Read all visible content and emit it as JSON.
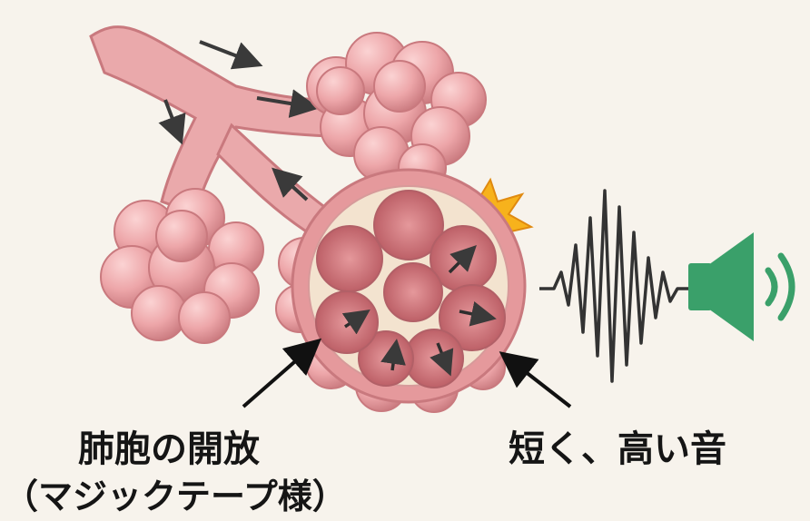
{
  "labels": {
    "alveoli_line1": "肺胞の開放",
    "alveoli_line2": "（マジックテープ様）",
    "sound": "短く、高い音"
  },
  "icons": {
    "burst": "burst-icon",
    "waveform": "sound-wave-icon",
    "speaker": "speaker-icon"
  },
  "colors": {
    "background": "#f7f3ec",
    "tissue": "#e9a3a6",
    "tissue_dark": "#c9797e",
    "interior": "#f3e3cf",
    "burst": "#f7b21c",
    "wave": "#333333",
    "speaker": "#3aa06a",
    "text": "#151515"
  }
}
